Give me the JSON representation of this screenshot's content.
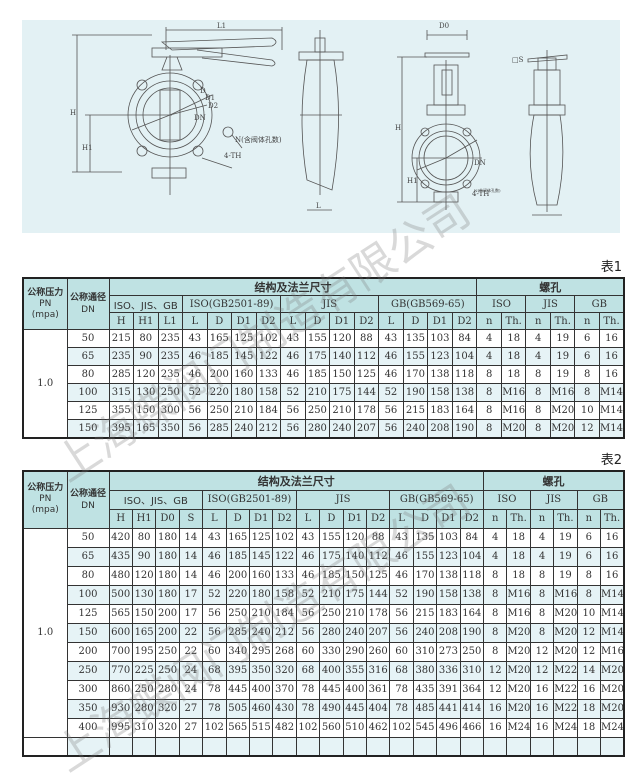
{
  "drawing": {
    "labels": {
      "L1": "L1",
      "H": "H",
      "H1": "H1",
      "DN": "DN",
      "L": "L",
      "D0": "D0",
      "S": "□S",
      "N": "N(含阀体孔数)",
      "N2": "N(含阀体孔数)",
      "TH": "4-TH",
      "TH2": "4-TH",
      "D": "D",
      "D1": "D1",
      "D2": "D2"
    }
  },
  "watermark": "上海蝶阀门制造有限公司",
  "table1": {
    "caption": "表1",
    "headers": {
      "pn": [
        "公称压力",
        "PN",
        "(mpa)"
      ],
      "dn": [
        "公称通径",
        "DN"
      ],
      "structure": "结构及法兰尺寸",
      "bolt": "螺孔",
      "groups": [
        "ISO、JIS、GB",
        "ISO(GB2501-89)",
        "JIS",
        "GB(GB569-65)",
        "ISO",
        "JIS",
        "GB"
      ],
      "cols": [
        "H",
        "H1",
        "L1",
        "L",
        "D",
        "D1",
        "D2",
        "L",
        "D",
        "D1",
        "D2",
        "L",
        "D",
        "D1",
        "D2",
        "n",
        "Th.",
        "n",
        "Th.",
        "n",
        "Th."
      ]
    },
    "pn_value": "1.0",
    "rows": [
      [
        "50",
        "215",
        "80",
        "235",
        "43",
        "165",
        "125",
        "102",
        "43",
        "155",
        "120",
        "88",
        "43",
        "135",
        "103",
        "84",
        "4",
        "18",
        "4",
        "19",
        "6",
        "16"
      ],
      [
        "65",
        "235",
        "90",
        "235",
        "46",
        "185",
        "145",
        "122",
        "46",
        "175",
        "140",
        "112",
        "46",
        "155",
        "123",
        "104",
        "4",
        "18",
        "4",
        "19",
        "6",
        "16"
      ],
      [
        "80",
        "285",
        "120",
        "235",
        "46",
        "200",
        "160",
        "133",
        "46",
        "185",
        "150",
        "125",
        "46",
        "170",
        "138",
        "118",
        "8",
        "18",
        "8",
        "19",
        "8",
        "16"
      ],
      [
        "100",
        "315",
        "130",
        "250",
        "52",
        "220",
        "180",
        "158",
        "52",
        "210",
        "175",
        "144",
        "52",
        "190",
        "158",
        "138",
        "8",
        "M16",
        "8",
        "M16",
        "8",
        "M14"
      ],
      [
        "125",
        "355",
        "150",
        "300",
        "56",
        "250",
        "210",
        "184",
        "56",
        "250",
        "210",
        "178",
        "56",
        "215",
        "183",
        "164",
        "8",
        "M16",
        "8",
        "M20",
        "10",
        "M14"
      ],
      [
        "150",
        "395",
        "165",
        "350",
        "56",
        "285",
        "240",
        "212",
        "56",
        "280",
        "240",
        "207",
        "56",
        "240",
        "208",
        "190",
        "8",
        "M20",
        "8",
        "M20",
        "12",
        "M14"
      ]
    ]
  },
  "table2": {
    "caption": "表2",
    "headers": {
      "pn": [
        "公称压力",
        "PN",
        "(mpa)"
      ],
      "dn": [
        "公称通径",
        "DN"
      ],
      "structure": "结构及法兰尺寸",
      "bolt": "螺孔",
      "groups": [
        "ISO、JIS、GB",
        "ISO(GB2501-89)",
        "JIS",
        "GB(GB569-65)",
        "ISO",
        "JIS",
        "GB"
      ],
      "cols": [
        "H",
        "H1",
        "D0",
        "S",
        "L",
        "D",
        "D1",
        "D2",
        "L",
        "D",
        "D1",
        "D2",
        "L",
        "D",
        "D1",
        "D2",
        "n",
        "Th.",
        "n",
        "Th.",
        "n",
        "Th."
      ]
    },
    "pn_value": "1.0",
    "rows": [
      [
        "50",
        "420",
        "80",
        "180",
        "14",
        "43",
        "165",
        "125",
        "102",
        "43",
        "155",
        "120",
        "88",
        "43",
        "135",
        "103",
        "84",
        "4",
        "18",
        "4",
        "19",
        "6",
        "16"
      ],
      [
        "65",
        "435",
        "90",
        "180",
        "14",
        "46",
        "185",
        "145",
        "122",
        "46",
        "175",
        "140",
        "112",
        "46",
        "155",
        "123",
        "104",
        "4",
        "18",
        "4",
        "19",
        "6",
        "16"
      ],
      [
        "80",
        "480",
        "120",
        "180",
        "14",
        "46",
        "200",
        "160",
        "133",
        "46",
        "185",
        "150",
        "125",
        "46",
        "170",
        "138",
        "118",
        "8",
        "18",
        "8",
        "19",
        "8",
        "16"
      ],
      [
        "100",
        "500",
        "130",
        "180",
        "17",
        "52",
        "220",
        "180",
        "158",
        "52",
        "210",
        "175",
        "144",
        "52",
        "190",
        "158",
        "138",
        "8",
        "M16",
        "8",
        "M16",
        "8",
        "M14"
      ],
      [
        "125",
        "565",
        "150",
        "200",
        "17",
        "56",
        "250",
        "210",
        "184",
        "56",
        "250",
        "210",
        "178",
        "56",
        "215",
        "183",
        "164",
        "8",
        "M16",
        "8",
        "M20",
        "10",
        "M14"
      ],
      [
        "150",
        "600",
        "165",
        "200",
        "22",
        "56",
        "285",
        "240",
        "212",
        "56",
        "280",
        "240",
        "207",
        "56",
        "240",
        "208",
        "190",
        "8",
        "M20",
        "8",
        "M20",
        "12",
        "M14"
      ],
      [
        "200",
        "700",
        "195",
        "250",
        "22",
        "60",
        "340",
        "295",
        "268",
        "60",
        "330",
        "290",
        "260",
        "60",
        "310",
        "273",
        "250",
        "8",
        "M20",
        "12",
        "M20",
        "12",
        "M16"
      ],
      [
        "250",
        "770",
        "225",
        "250",
        "24",
        "68",
        "395",
        "350",
        "320",
        "68",
        "400",
        "355",
        "316",
        "68",
        "380",
        "336",
        "310",
        "12",
        "M20",
        "12",
        "M22",
        "14",
        "M20"
      ],
      [
        "300",
        "860",
        "250",
        "280",
        "24",
        "78",
        "445",
        "400",
        "370",
        "78",
        "445",
        "400",
        "361",
        "78",
        "435",
        "391",
        "364",
        "12",
        "M20",
        "16",
        "M22",
        "16",
        "M20"
      ],
      [
        "350",
        "930",
        "280",
        "320",
        "27",
        "78",
        "505",
        "460",
        "430",
        "78",
        "490",
        "445",
        "404",
        "78",
        "485",
        "441",
        "414",
        "16",
        "M20",
        "16",
        "M22",
        "18",
        "M20"
      ],
      [
        "400",
        "995",
        "310",
        "320",
        "27",
        "102",
        "565",
        "515",
        "482",
        "102",
        "560",
        "510",
        "462",
        "102",
        "545",
        "496",
        "466",
        "16",
        "M24",
        "16",
        "M24",
        "18",
        "M24"
      ],
      [
        "",
        "",
        "",
        "",
        "",
        "",
        "",
        "",
        "",
        "",
        "",
        "",
        "",
        "",
        "",
        "",
        "",
        "",
        "",
        "",
        "",
        "",
        ""
      ]
    ]
  }
}
